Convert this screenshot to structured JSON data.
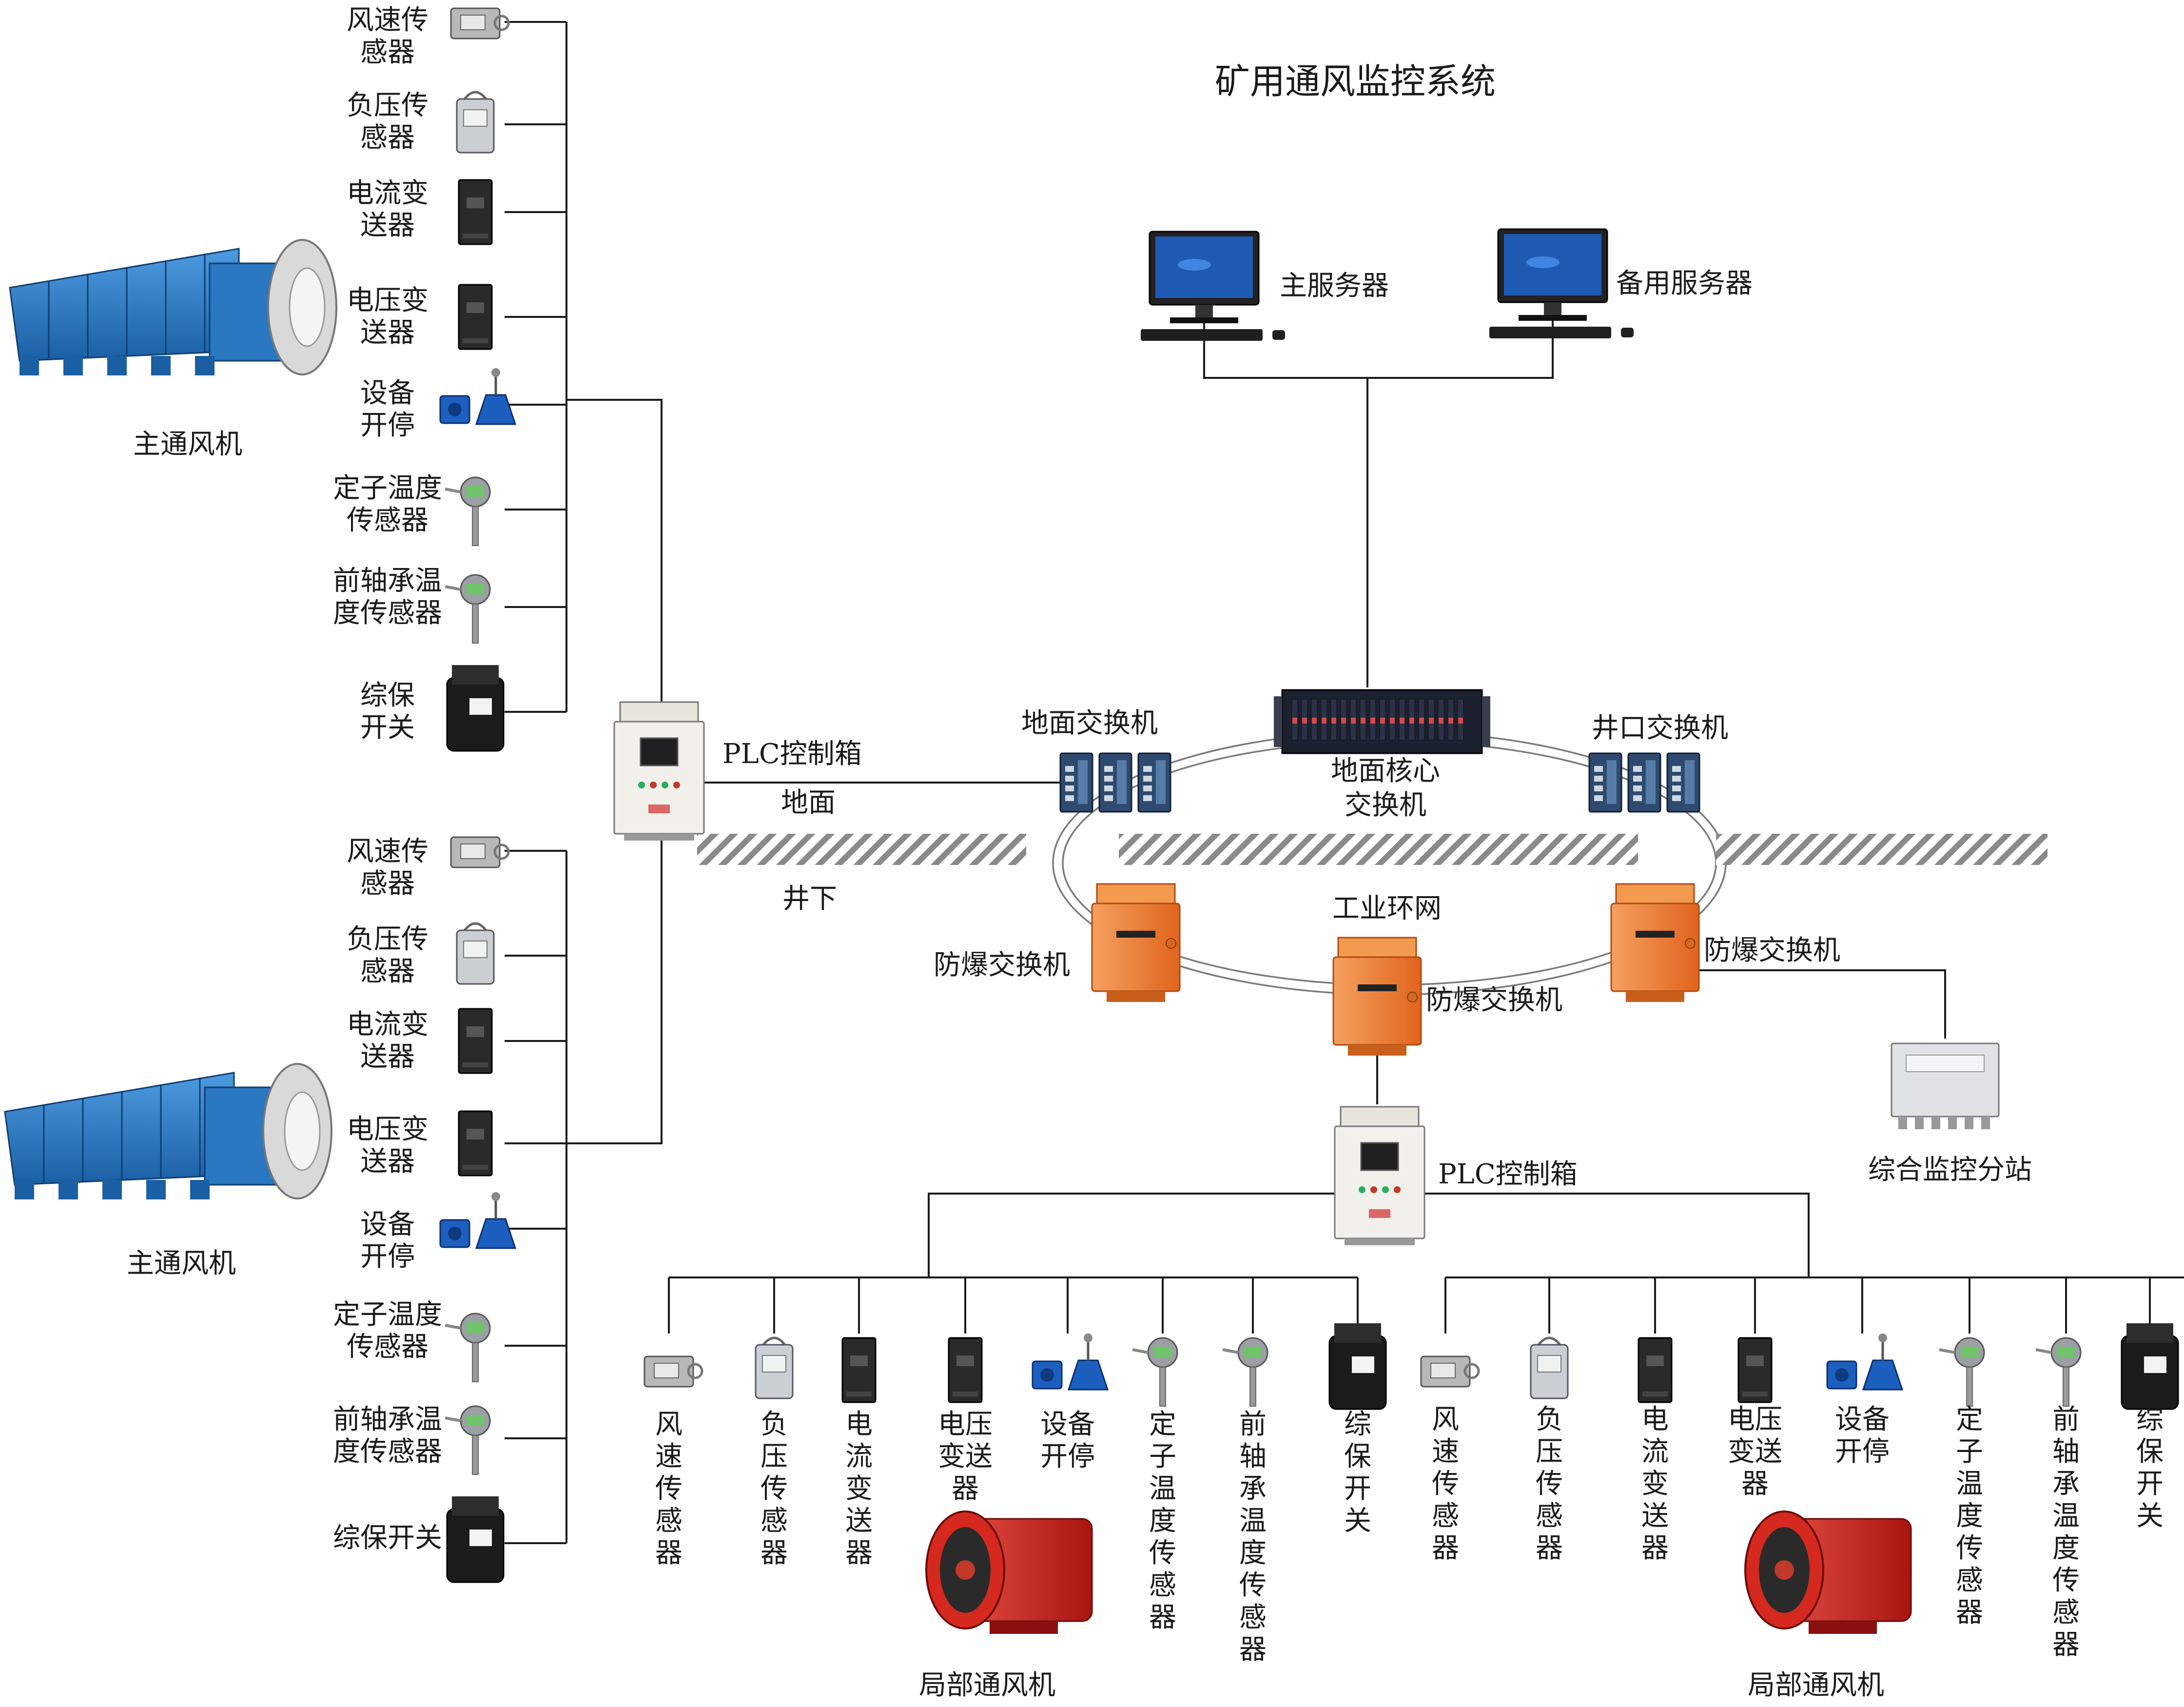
{
  "title": "矿用通风监控系统",
  "labels": {
    "main_server": "主服务器",
    "backup_server": "备用服务器",
    "ground_switch": "地面交换机",
    "core_switch": [
      "地面核心",
      "交换机"
    ],
    "shaft_switch": "井口交换机",
    "plc_box_top": "PLC控制箱",
    "ground": "地面",
    "underground": "井下",
    "ring_network": "工业环网",
    "explosion_switch_left": "防爆交换机",
    "explosion_switch_mid": "防爆交换机",
    "explosion_switch_right": "防爆交换机",
    "substation": "综合监控分站",
    "plc_box_bottom": "PLC控制箱",
    "main_fan": "主通风机",
    "local_fan": "局部通风机"
  },
  "left_sensors_top": [
    [
      "风速传",
      "感器"
    ],
    [
      "负压传",
      "感器"
    ],
    [
      "电流变",
      "送器"
    ],
    [
      "电压变",
      "送器"
    ],
    [
      "设备",
      "开停"
    ],
    [
      "定子温度",
      "传感器"
    ],
    [
      "前轴承温",
      "度传感器"
    ],
    [
      "综保",
      "开关"
    ]
  ],
  "left_sensors_bottom": [
    [
      "风速传",
      "感器"
    ],
    [
      "负压传",
      "感器"
    ],
    [
      "电流变",
      "送器"
    ],
    [
      "电压变",
      "送器"
    ],
    [
      "设备",
      "开停"
    ],
    [
      "定子温度",
      "传感器"
    ],
    [
      "前轴承温",
      "度传感器"
    ],
    [
      "综保开关"
    ]
  ],
  "bottom_sensors_left": [
    [
      "风",
      "速",
      "传",
      "感",
      "器"
    ],
    [
      "负",
      "压",
      "传",
      "感",
      "器"
    ],
    [
      "电",
      "流",
      "变",
      "送",
      "器"
    ],
    [
      "电压",
      "变送",
      "器"
    ],
    [
      "设备",
      "开停"
    ],
    [
      "定",
      "子",
      "温",
      "度",
      "传",
      "感",
      "器"
    ],
    [
      "前",
      "轴",
      "承",
      "温",
      "度",
      "传",
      "感",
      "器"
    ],
    [
      "综",
      "保",
      "开",
      "关"
    ]
  ],
  "bottom_sensors_right": [
    [
      "风",
      "速",
      "传",
      "感",
      "器"
    ],
    [
      "负",
      "压",
      "传",
      "感",
      "器"
    ],
    [
      "电",
      "流",
      "变",
      "送",
      "器"
    ],
    [
      "电压",
      "变送",
      "器"
    ],
    [
      "设备",
      "开停"
    ],
    [
      "定",
      "子",
      "温",
      "度",
      "传",
      "感",
      "器"
    ],
    [
      "前",
      "轴",
      "承",
      "温",
      "度",
      "传",
      "感",
      "器"
    ],
    [
      "综",
      "保",
      "开",
      "关"
    ]
  ],
  "colors": {
    "fan_blue": "#1f6fb8",
    "explosion_orange": "#f07a2a",
    "local_fan_red": "#c8201c",
    "device_dark": "#2a2a2a",
    "hatch": "#8a8a8a"
  },
  "icons": {
    "wind": "wind-speed-sensor-icon",
    "pressure": "pressure-sensor-icon",
    "current": "current-transmitter-icon",
    "voltage": "voltage-transmitter-icon",
    "onoff": "on-off-sensor-icon",
    "stator": "stator-temp-sensor-icon",
    "bearing": "bearing-temp-sensor-icon",
    "relay": "protection-switch-icon"
  }
}
